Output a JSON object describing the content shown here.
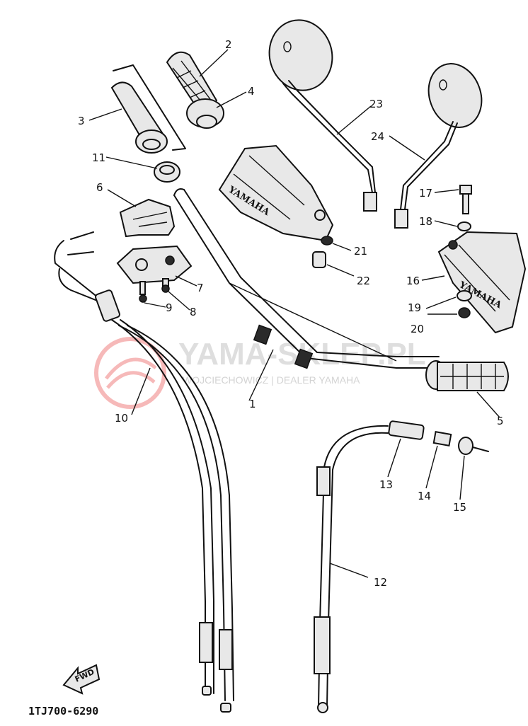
{
  "watermark": {
    "title": "YAMA-SKLEP.PL",
    "subtitle": "WOJCIECHOWICZ | DEALER YAMAHA",
    "logo_color": "#e83a3a"
  },
  "brand_mark": "YAMAHA",
  "fwd_label": "FWD",
  "drawing_code": "1TJ700-6290",
  "callouts": [
    "1",
    "2",
    "3",
    "4",
    "5",
    "6",
    "7",
    "8",
    "9",
    "10",
    "11",
    "12",
    "13",
    "14",
    "15",
    "16",
    "17",
    "18",
    "19",
    "20",
    "21",
    "22",
    "23",
    "24"
  ]
}
